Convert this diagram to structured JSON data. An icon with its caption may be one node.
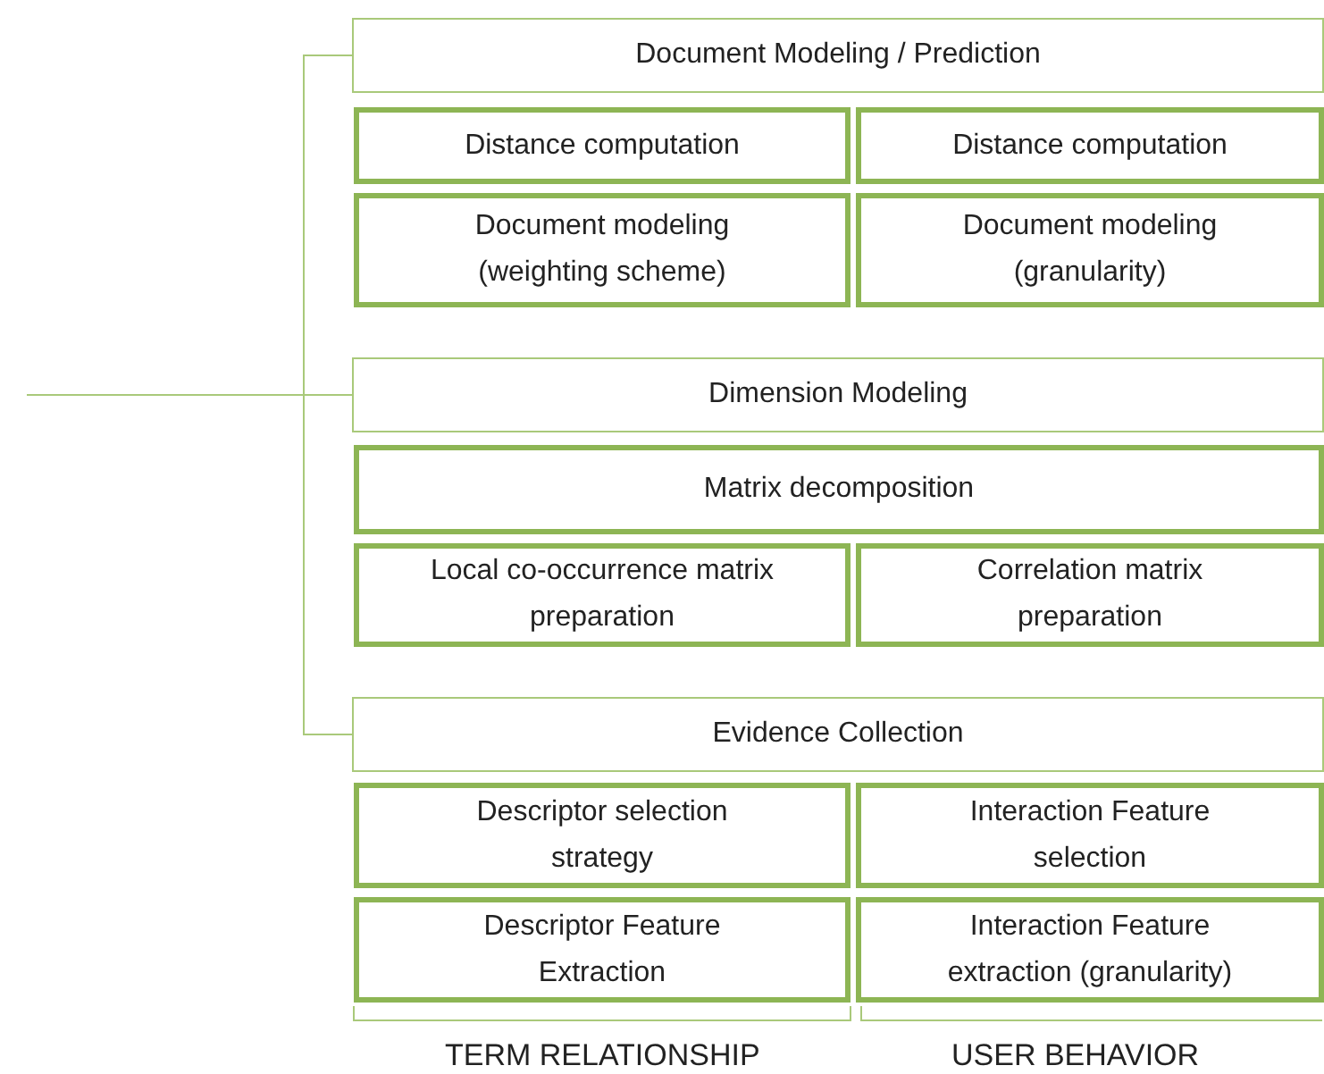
{
  "diagram": {
    "nodes": [
      {
        "text": [
          "Document Modeling / Prediction"
        ]
      },
      {
        "text": [
          "Distance computation"
        ]
      },
      {
        "text": [
          "Distance computation"
        ]
      },
      {
        "text": [
          "Document modeling (weighting scheme)"
        ]
      },
      {
        "text": [
          "Document modeling (granularity)"
        ]
      },
      {
        "text": [
          "Dimension Modeling"
        ]
      },
      {
        "text": [
          "Matrix decomposition"
        ]
      },
      {
        "text": [
          "Local co-occurrence matrix preparation"
        ]
      },
      {
        "text": [
          "Correlation matrix preparation"
        ]
      },
      {
        "text": [
          "Evidence Collection"
        ]
      },
      {
        "text": [
          "Descriptor selection strategy"
        ]
      },
      {
        "text": [
          "Interaction Feature selection"
        ]
      },
      {
        "text": [
          "Descriptor Feature Extraction"
        ]
      },
      {
        "text": [
          "Interaction Feature extraction (granularity)"
        ]
      }
    ],
    "edges": [
      {
        "from": null,
        "to": 0,
        "arrow": "none"
      },
      {
        "from": null,
        "to": 5,
        "arrow": "none"
      },
      {
        "from": null,
        "to": 9,
        "arrow": "none"
      }
    ],
    "labels": [
      "TERM RELATIONSHIP",
      "USER BEHAVIOR"
    ]
  }
}
